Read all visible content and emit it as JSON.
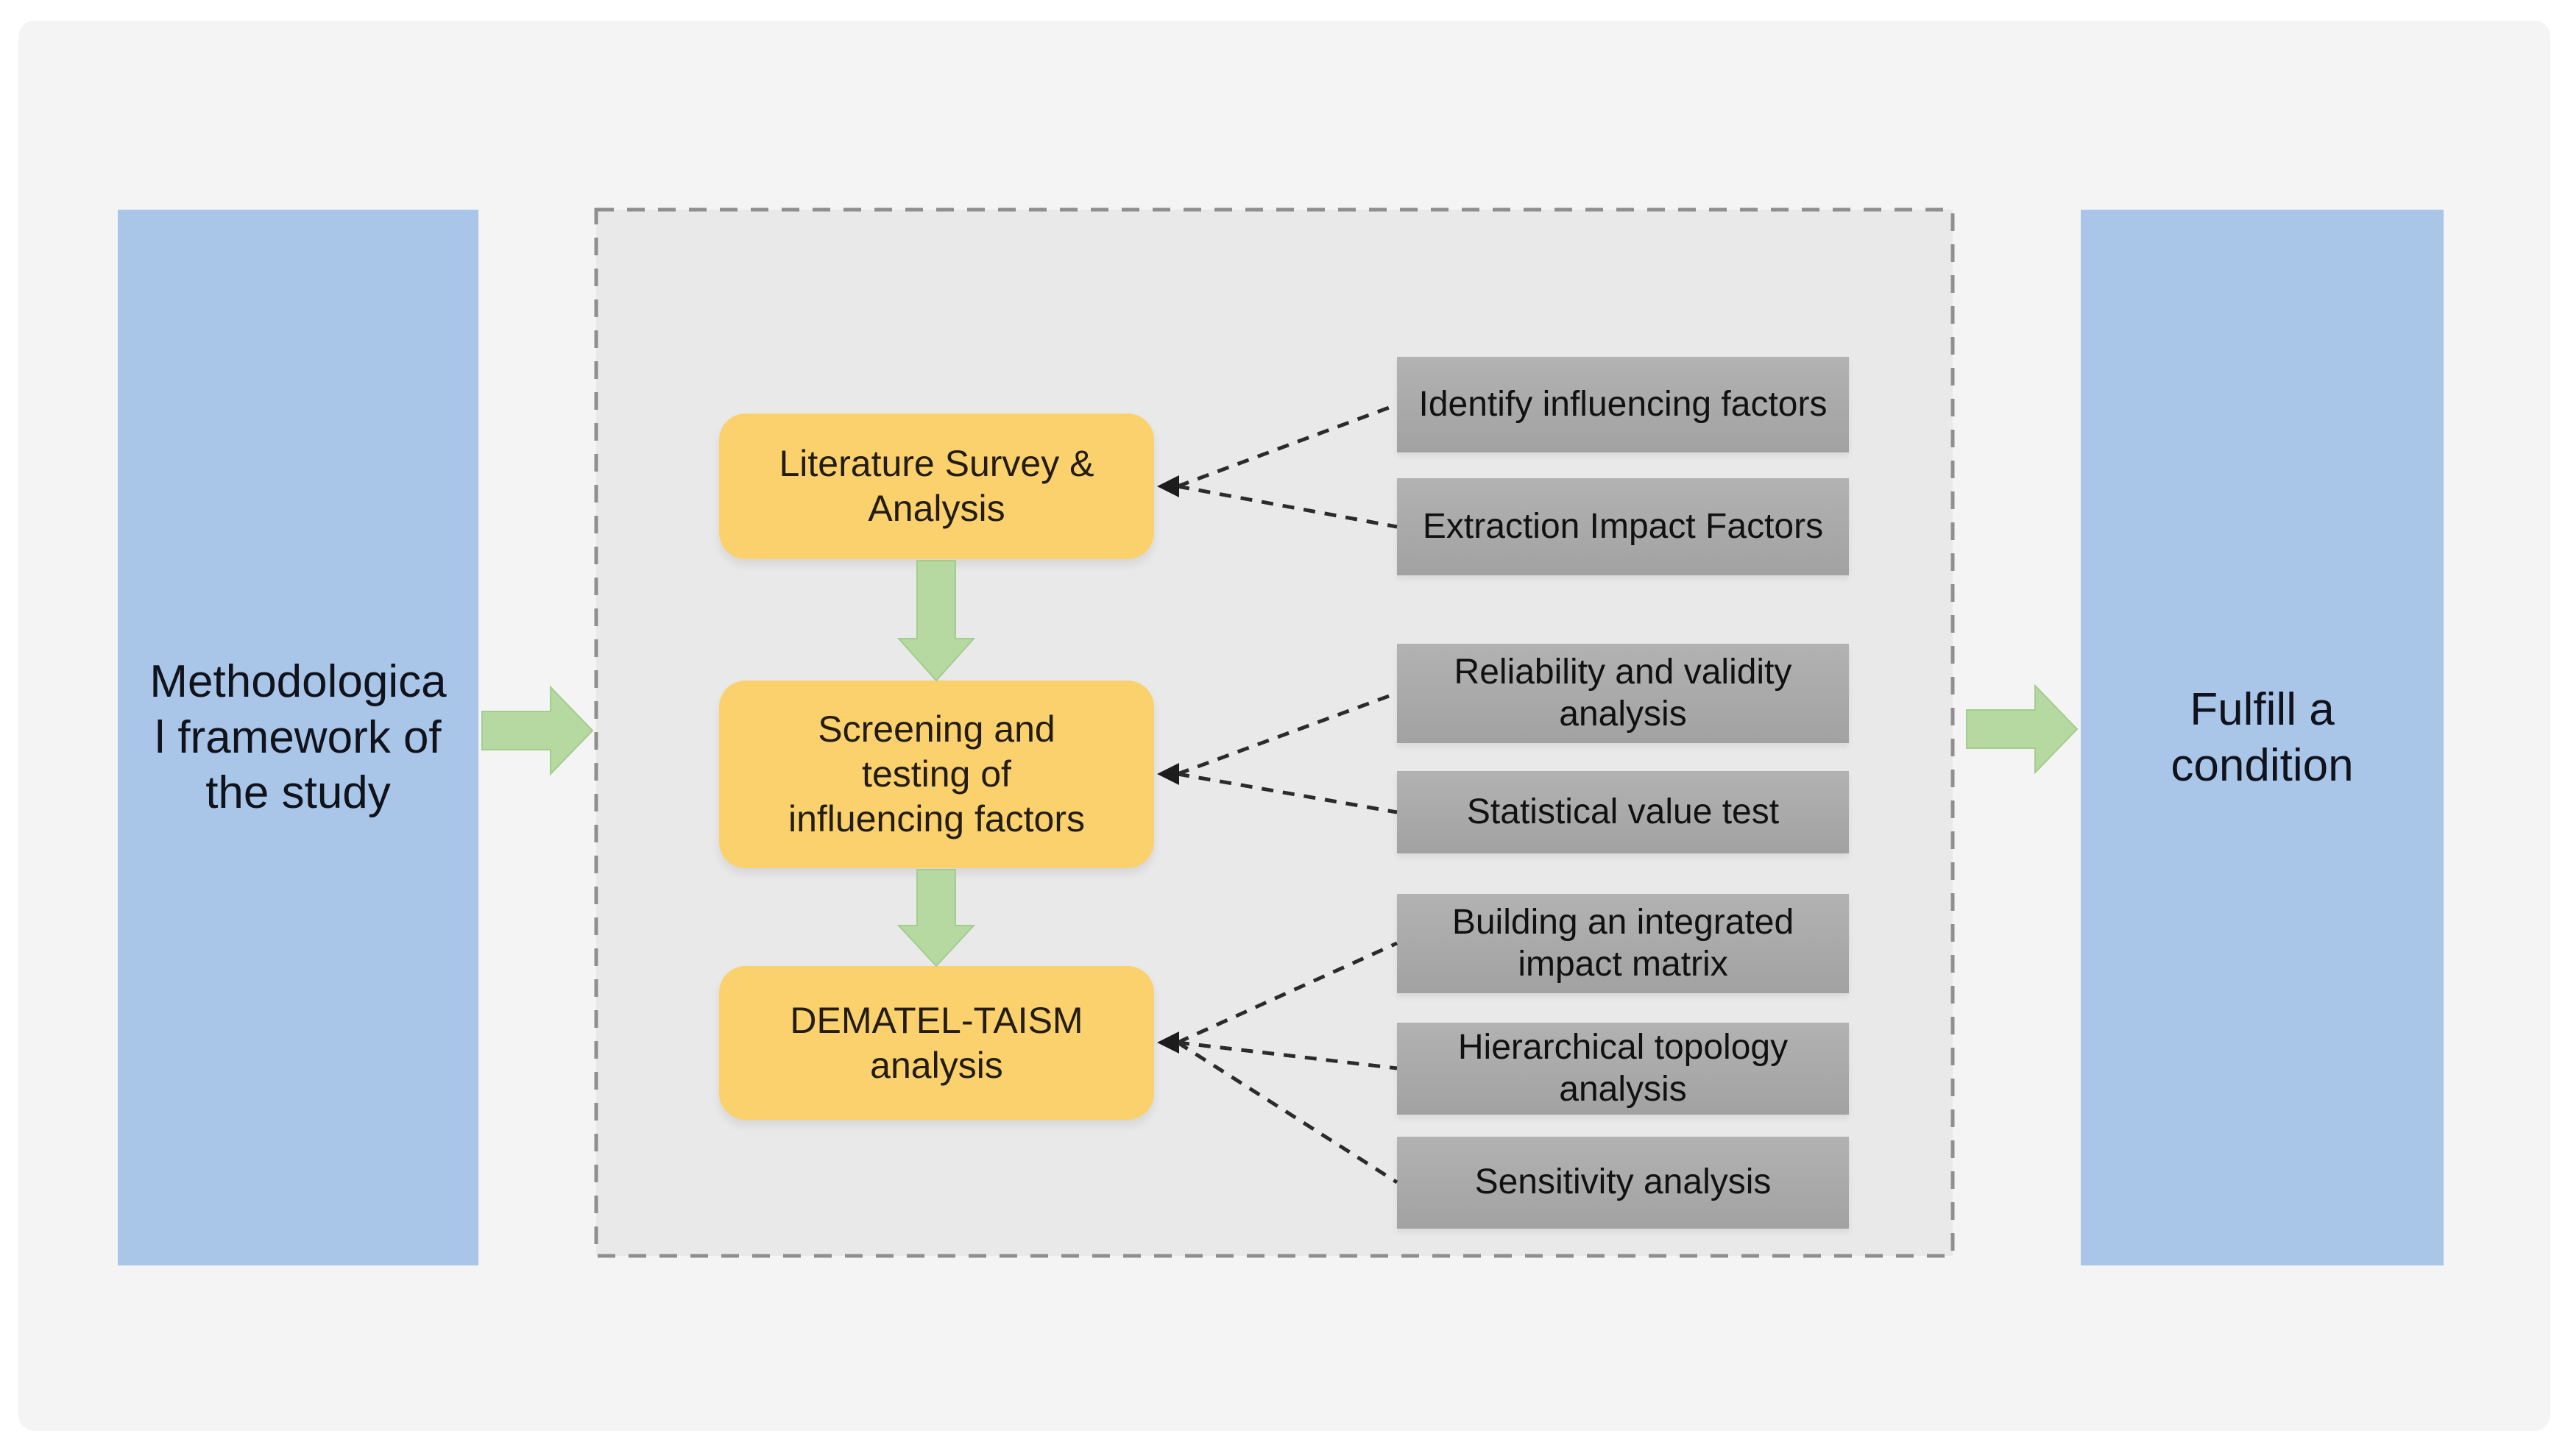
{
  "diagram": {
    "left_box": {
      "lines": [
        "Methodologica",
        "l framework of",
        "the study"
      ]
    },
    "right_box": {
      "lines": [
        "Fulfill a",
        "condition"
      ]
    },
    "stages": [
      {
        "box": {
          "lines": [
            "Literature Survey &",
            "Analysis"
          ]
        },
        "outputs": [
          {
            "label": "Identify influencing factors"
          },
          {
            "label": "Extraction Impact Factors"
          }
        ]
      },
      {
        "box": {
          "lines": [
            "Screening and",
            "testing of",
            "influencing factors"
          ]
        },
        "outputs": [
          {
            "label": "Reliability and validity analysis"
          },
          {
            "label": "Statistical value test"
          }
        ]
      },
      {
        "box": {
          "lines": [
            "DEMATEL-TAISM",
            "analysis"
          ]
        },
        "outputs": [
          {
            "label": "Building an integrated impact matrix"
          },
          {
            "label": "Hierarchical topology analysis"
          },
          {
            "label": "Sensitivity analysis"
          }
        ]
      }
    ]
  },
  "colors": {
    "side_box_blue": "#a9c6e8",
    "process_box_orange": "#fbd16e",
    "output_box_gray": "#a7a7a7",
    "arrow_green": "#b5d9a1",
    "panel_background": "#e9e9ea",
    "page_background": "#f4f4f5",
    "panel_dash_border": "#8f8f8f",
    "connector_black": "#2b2b2b",
    "text_dark": "#10121c"
  }
}
